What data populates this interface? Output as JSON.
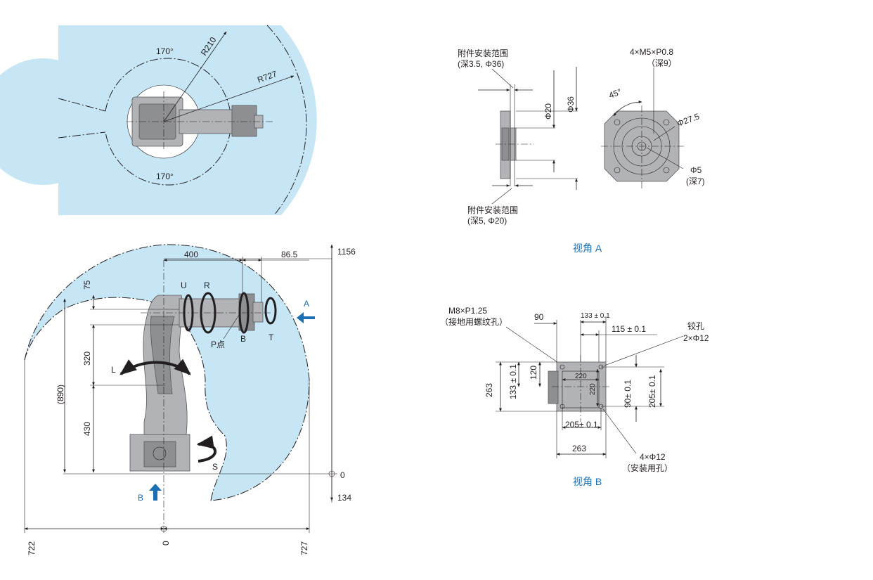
{
  "top_view": {
    "angle_top": "170°",
    "angle_bottom": "170°",
    "radius_inner": "R210",
    "radius_outer": "R727"
  },
  "side_view": {
    "dim_400": "400",
    "dim_86_5": "86.5",
    "dim_1156": "1156",
    "dim_0_right": "0",
    "dim_134": "134",
    "dim_75": "75",
    "dim_320": "320",
    "dim_890": "(890)",
    "dim_430": "430",
    "axis_u": "U",
    "axis_r": "R",
    "axis_b": "B",
    "axis_t": "T",
    "axis_l": "L",
    "axis_s": "S",
    "p_point": "P点",
    "arrow_a": "A",
    "arrow_b": "B",
    "bottom_722": "722",
    "bottom_0": "0",
    "bottom_727": "727"
  },
  "view_a": {
    "note_top_1": "附件安装范围",
    "note_top_2": "(深3.5, Φ36)",
    "note_bottom_1": "附件安装范围",
    "note_bottom_2": "(深5, Φ20)",
    "dim_phi20": "Φ20",
    "dim_phi36": "Φ36",
    "screw_1": "4×M5×P0.8",
    "screw_2": "（深9）",
    "angle_45": "45°",
    "dim_phi27_5": "Φ27.5",
    "hole_1": "Φ5",
    "hole_2": "(深7)",
    "caption": "视角 A"
  },
  "view_b": {
    "note_1": "M8×P1.25",
    "note_2": "（接地用螺纹孔）",
    "dim_90": "90",
    "dim_133_top": "133 ± 0.1",
    "dim_115": "115 ± 0.1",
    "pin_1": "铰孔",
    "pin_2": "2×Φ12",
    "dim_263_left": "263",
    "dim_133_left": "133 ± 0.1",
    "dim_120": "120",
    "dim_220_h": "220",
    "dim_220_v": "220",
    "dim_90_v": "90± 0.1",
    "dim_205_v": "205± 0.1",
    "dim_205_h": "205± 0.1",
    "dim_263_bottom": "263",
    "mount_1": "4×Φ12",
    "mount_2": "（安装用孔）",
    "caption": "视角 B"
  }
}
